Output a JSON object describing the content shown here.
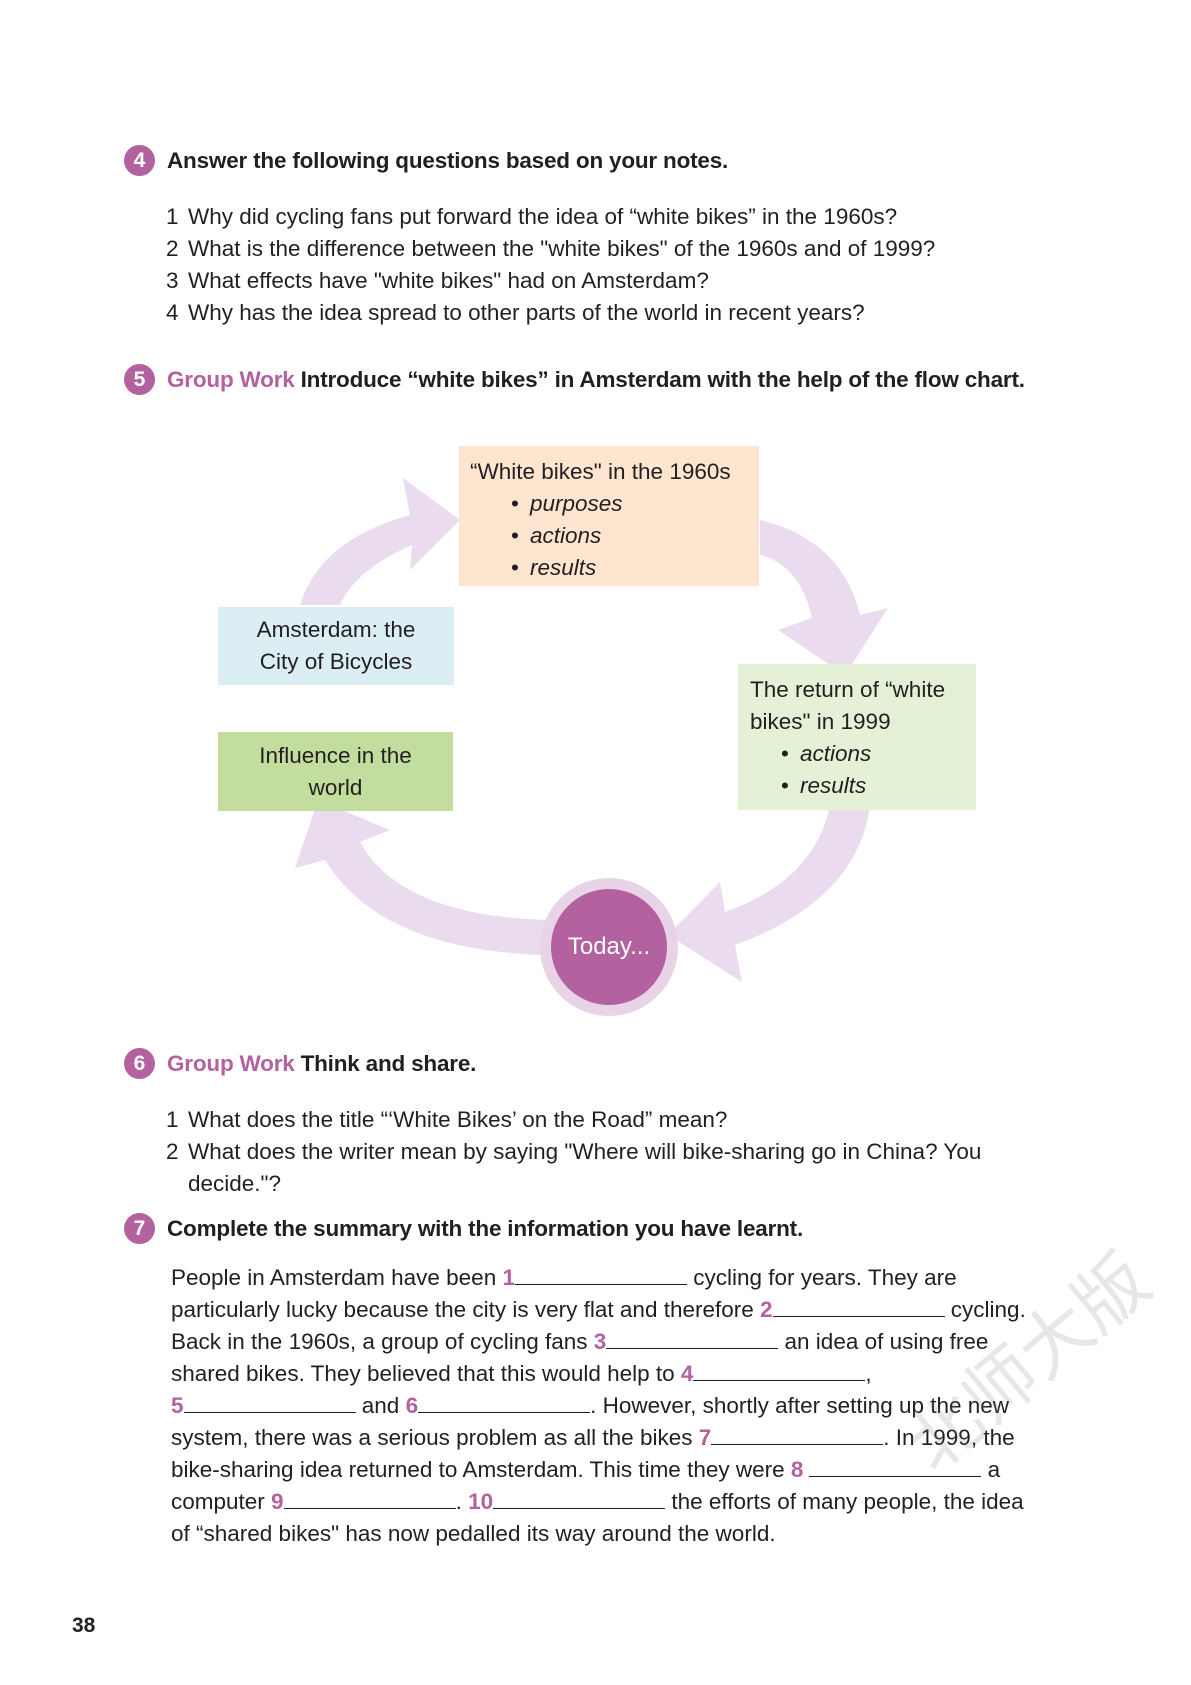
{
  "section4": {
    "number": "4",
    "heading": "Answer the following questions based on your notes.",
    "questions": [
      {
        "n": "1",
        "text": "Why did cycling fans put forward the idea of “white bikes” in the 1960s?"
      },
      {
        "n": "2",
        "text": "What is the difference between the \"white bikes\" of the 1960s and of 1999?"
      },
      {
        "n": "3",
        "text": "What effects have \"white bikes\" had on Amsterdam?"
      },
      {
        "n": "4",
        "text": "Why has the idea spread to other parts of the world in recent years?"
      }
    ]
  },
  "section5": {
    "number": "5",
    "tag": "Group Work",
    "heading": "Introduce “white bikes” in Amsterdam with the help of the flow chart."
  },
  "flowchart": {
    "box1": {
      "title": "“White bikes\" in the 1960s",
      "bullets": [
        "purposes",
        "actions",
        "results"
      ],
      "color": "#fde5cf"
    },
    "box2": {
      "line1": "The return of “white",
      "line2": "bikes\" in 1999",
      "bullets": [
        "actions",
        "results"
      ],
      "color": "#e5f1d6"
    },
    "box3": {
      "text": "Today...",
      "color": "#b3619f"
    },
    "box4": {
      "line1": "Influence in the",
      "line2": "world",
      "color": "#c3dd9e"
    },
    "box5": {
      "line1": "Amsterdam: the",
      "line2": "City of Bicycles",
      "color": "#daeef3"
    },
    "arrow_color": "#eadcee"
  },
  "section6": {
    "number": "6",
    "tag": "Group Work",
    "heading": "Think and share.",
    "questions": [
      {
        "n": "1",
        "text": "What does the title “‘White Bikes’ on the Road” mean?"
      },
      {
        "n": "2",
        "text": "What does the writer mean by saying \"Where will bike-sharing go in China? You"
      }
    ],
    "q2_cont": "decide.\"?"
  },
  "section7": {
    "number": "7",
    "heading": "Complete the summary with the information you have learnt.",
    "blank_numbers": [
      "1",
      "2",
      "3",
      "4",
      "5",
      "6",
      "7",
      "8",
      "9",
      "10"
    ],
    "text": {
      "t1": "People in Amsterdam have been ",
      "t2": " cycling for years. They are",
      "t3": "particularly lucky because the city is very flat and therefore ",
      "t4": " cycling.",
      "t5": "Back in the 1960s, a group of cycling fans ",
      "t6": " an idea of using free",
      "t7": "shared bikes. They believed that this would help to ",
      "t8": ",",
      "t9": " and ",
      "t10": ". However, shortly after setting up the new",
      "t11": "system, there was a serious problem as all the bikes ",
      "t12": ". In 1999, the",
      "t13": "bike-sharing idea returned to Amsterdam. This time they were ",
      "t14": " a",
      "t15": "computer ",
      "t16": ". ",
      "t17": " the efforts of many people, the idea",
      "t18": "of “shared bikes\" has now pedalled its way around the world."
    }
  },
  "page_number": "38",
  "watermark": "北师大版"
}
